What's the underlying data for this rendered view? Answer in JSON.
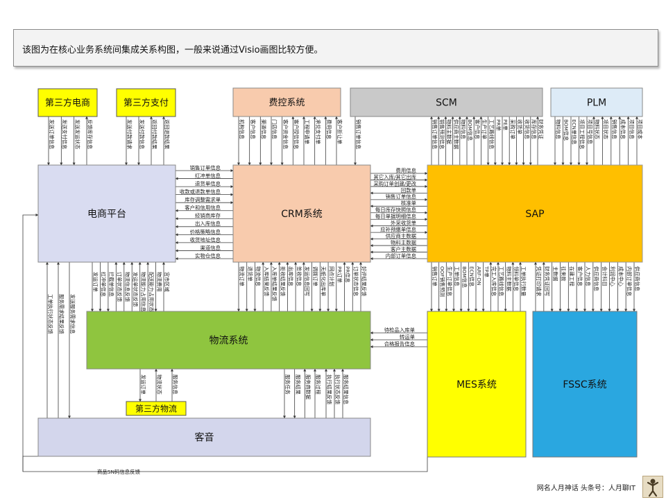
{
  "banner": {
    "text": "该图为在核心业务系统间集成关系构图，一般来说通过Visio画图比较方便。"
  },
  "footer": {
    "text": "网名人月神话 头条号：人月聊IT"
  },
  "colors": {
    "yellow": "#ffff00",
    "salmon": "#f8cbad",
    "gray": "#c9c9c9",
    "lightblue": "#ddebf7",
    "lavender": "#d9dcf1",
    "green": "#8fc53f",
    "orange": "#ffbf00",
    "blue": "#2aa7e0",
    "purple": "#d3d6ec",
    "line": "#3a3a3a"
  },
  "systems": [
    {
      "id": "third-ecommerce",
      "label": "第三方电商",
      "fill": "yellow"
    },
    {
      "id": "third-payment",
      "label": "第三方支付",
      "fill": "yellow"
    },
    {
      "id": "expense-control",
      "label": "费控系统",
      "fill": "salmon"
    },
    {
      "id": "scm",
      "label": "SCM",
      "fill": "gray"
    },
    {
      "id": "plm",
      "label": "PLM",
      "fill": "lightblue"
    },
    {
      "id": "ecommerce-platform",
      "label": "电商平台",
      "fill": "lavender"
    },
    {
      "id": "crm",
      "label": "CRM系统",
      "fill": "salmon"
    },
    {
      "id": "sap",
      "label": "SAP",
      "fill": "orange"
    },
    {
      "id": "logistics",
      "label": "物流系统",
      "fill": "green"
    },
    {
      "id": "mes",
      "label": "MES系统",
      "fill": "yellow"
    },
    {
      "id": "fssc",
      "label": "FSSC系统",
      "fill": "blue"
    },
    {
      "id": "third-logistics",
      "label": "第三方物流",
      "fill": "yellow"
    },
    {
      "id": "customer-service",
      "label": "客音",
      "fill": "purple"
    }
  ],
  "flows": {
    "third_ecommerce": [
      "发送订单信息",
      "发送支付信息",
      "发送发运状态",
      "反馈库存信息"
    ],
    "third_payment": [
      "发送付款请求",
      "发送付款信息",
      "返回付款结果",
      "返回退款结果"
    ],
    "expense_control": [
      "机构信息",
      "客户信息",
      "渠道信息",
      "门店信息",
      "客户资金信息",
      "客户授信信息",
      "工程申请单",
      "承兑支付单",
      "费用信息",
      "客户折让单"
    ],
    "scm_sap": [
      "销售订单信息"
    ],
    "sap_scm": [
      "销售订单信息",
      "销售预测信息",
      "物料主数据",
      "供应商主数据",
      "物料信息",
      "BOM信息",
      "客户信息",
      "生产订单",
      "工艺路线信息",
      "PR单",
      "PE单",
      "采购订单",
      "收货单",
      "收货信息",
      "库存信息",
      "财务凭证"
    ],
    "plm_sap": [
      "物料信息",
      "BOM信息",
      "ECN单信息",
      "项目工程信息",
      "项目号信息"
    ],
    "sap_plm": [
      "物料状态",
      "项目状态",
      "销售信息",
      "成本信息",
      "项目信息",
      "项目成本"
    ],
    "ecom_crm": [
      "销售订单信息",
      "红冲单信息",
      "退货单信息",
      "收款或退款单信息",
      "库存调整需求单",
      "客户和信用信息",
      "经销商库存",
      "出入库信息",
      "价格策略信息",
      "收货地址信息",
      "渠道信息",
      "实物仓信息"
    ],
    "crm_sap": [
      "费用信息",
      "其它入库/其它出库",
      "采购订单创建/更改",
      "回款单",
      "销售订单信息",
      "核准单",
      "每日库存快照信息",
      "每日单据明细信息",
      "外采收货单",
      "应补预缴单信息",
      "供应商主数据",
      "物料主数据",
      "客户主数据",
      "内部订单信息"
    ],
    "ecom_logistics": [
      "发运订单",
      "红冲单信息",
      "拦截单信息",
      "订单状态反馈",
      "物流信息反馈",
      "发运单状态反馈",
      "物流能力占用信息",
      "配送能力占用状态",
      "物流费用",
      "宫市区域"
    ],
    "crm_logistics": [
      "物流订单",
      "退货单",
      "物流信息",
      "入库结果反馈",
      "入库单结果反馈",
      "拒收结果反馈",
      "出库信息",
      "签收信息",
      "发运信息回写",
      "调拨订单",
      "无纸化出库单",
      "网点计划",
      "PR订单",
      "PR信息",
      "订单状态信息",
      "好评结果反馈"
    ],
    "sap_mes": [
      "销售订单",
      "OOF销售预测",
      "生产订单信息",
      "工单信息",
      "BOM信息",
      "ECN信息",
      "ARF-DN",
      "TP单",
      "完工入库信息",
      "工艺路线信息",
      "物料主数据",
      "领料单信息",
      "工单执行数量"
    ],
    "sap_fssc": [
      "凭证打印请求",
      "财务凭证回写",
      "主数据",
      "往来款",
      "在建工程",
      "客户信息",
      "人力信息",
      "供应商信息",
      "会计科目",
      "利润中心",
      "成本中心",
      "内部订单信息",
      "供应商信息"
    ],
    "mes_logistics": [
      "待检品入库单",
      "转运单",
      "合格报告信息"
    ],
    "logistics_third": [
      "发运订单",
      "物流状态",
      "服务信息"
    ],
    "logistics_service": [
      "服务任务",
      "服务结果",
      "服务商数据",
      "服务过程"
    ],
    "service_logistics": [
      "执行结果反馈",
      "执行状态反馈",
      "服务结果信息"
    ],
    "service_ecom": [
      "工单执行状态反馈",
      "服务需求结果反馈",
      "发送服务需求信息"
    ],
    "sn_feedback": [
      "商品SN码信息反馈"
    ]
  }
}
